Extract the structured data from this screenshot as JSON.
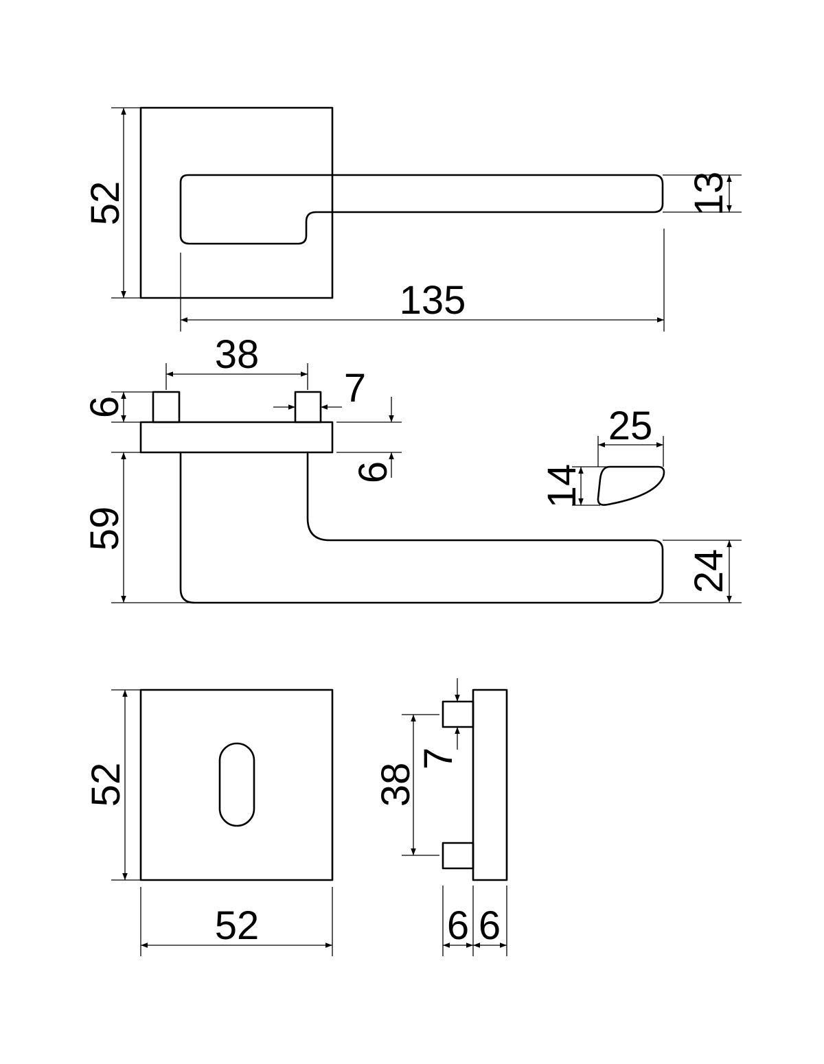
{
  "dimensions": {
    "rose_height": "52",
    "lever_height": "13",
    "lever_length": "135",
    "spindle_spacing": "38",
    "pin_width": "7",
    "pin_height": "6",
    "rose_thickness": "6",
    "section_width": "25",
    "section_height": "14",
    "lever_projection": "59",
    "lever_drop": "24",
    "escutcheon_height": "52",
    "escutcheon_width": "52",
    "escutcheon_pin_spacing": "38",
    "escutcheon_pin_width": "7",
    "escutcheon_pin_depth": "6",
    "escutcheon_plate_depth": "6"
  },
  "colors": {
    "line": "#000000",
    "background": "#ffffff"
  }
}
